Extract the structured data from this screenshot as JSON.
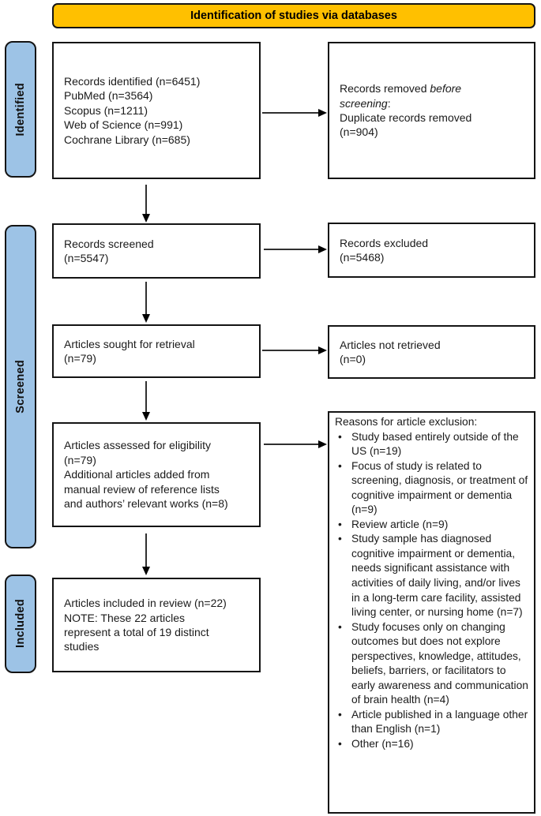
{
  "banner": {
    "title": "Identification of studies via databases"
  },
  "sidebar": {
    "identified": "Identified",
    "screened": "Screened",
    "included": "Included"
  },
  "boxes": {
    "identified": {
      "lines": [
        "Records identified (n=6451)",
        "PubMed (n=3564)",
        "Scopus (n=1211)",
        "Web of Science (n=991)",
        "Cochrane Library (n=685)"
      ]
    },
    "screened": {
      "lines": [
        "Records screened",
        "(n=5547)"
      ]
    },
    "sought": {
      "lines": [
        "Articles sought for retrieval",
        "(n=79)"
      ]
    },
    "assessed": {
      "lines": [
        "Articles assessed for eligibility",
        "(n=79)",
        "Additional articles added from",
        "manual review of reference lists",
        "and authors’ relevant works (n=8)"
      ]
    },
    "included": {
      "lines": [
        "Articles included in review (n=22)",
        "NOTE: These 22 articles",
        "represent a total of 19 distinct",
        "studies"
      ]
    }
  },
  "right_boxes": {
    "removed": {
      "prefix": "Records removed ",
      "italic": "before screening",
      "suffix": ":",
      "lines": [
        "Duplicate records removed",
        "(n=904)"
      ]
    },
    "excluded": {
      "lines": [
        "Records excluded",
        "(n=5468)"
      ]
    },
    "not_retrieved": {
      "lines": [
        "Articles not retrieved",
        "(n=0)"
      ]
    },
    "reasons": {
      "title": "Reasons for article exclusion:",
      "items": [
        "Study based entirely outside of the US (n=19)",
        "Focus of study is related to screening, diagnosis, or treatment of cognitive impairment or dementia (n=9)",
        "Review article (n=9)",
        "Study sample has diagnosed cognitive impairment or dementia, needs significant assistance with activities of daily living, and/or lives in a long-term care facility, assisted living center, or nursing home (n=7)",
        "Study focuses only on changing outcomes but does not explore perspectives, knowledge, attitudes, beliefs, barriers, or facilitators to early awareness and communication of brain health (n=4)",
        "Article published in a language other than English (n=1)",
        "Other (n=16)"
      ]
    }
  },
  "colors": {
    "banner_fill": "#FFC000",
    "sidebar_fill": "#9DC3E6",
    "box_border": "#141414",
    "arrow": "#303030"
  }
}
